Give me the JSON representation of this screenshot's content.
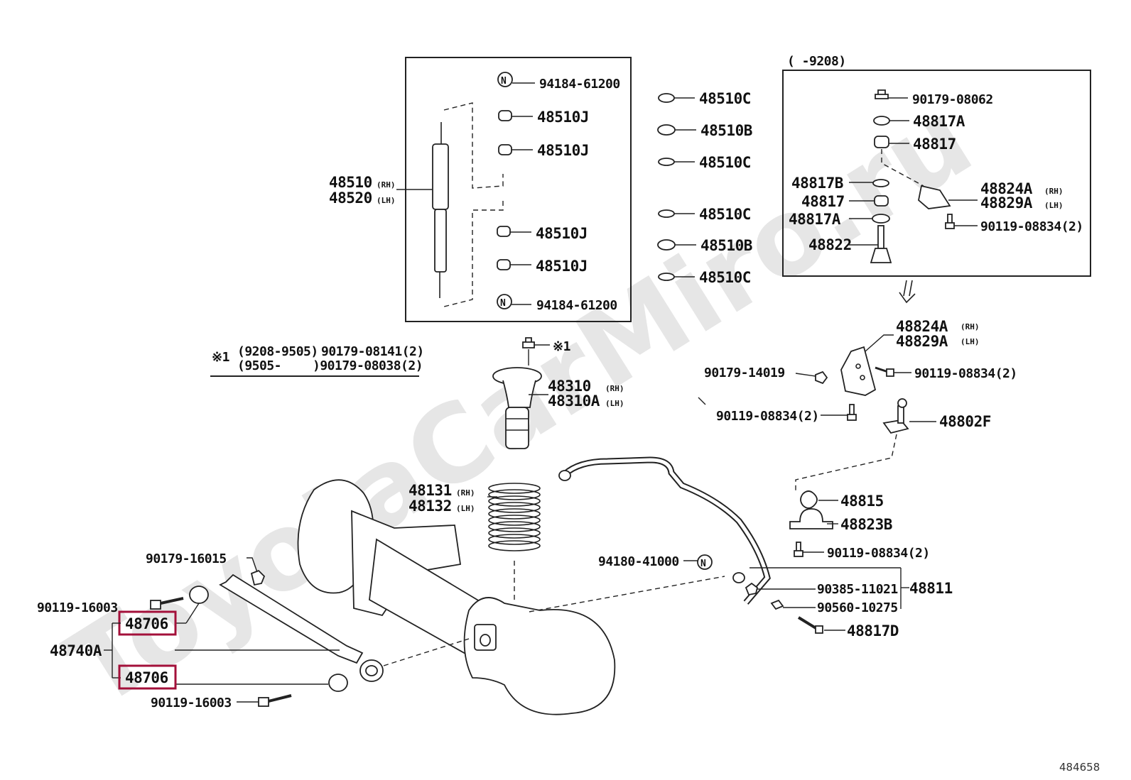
{
  "diagram_id": "484658",
  "watermark": "ToyotaCarMiro.ru",
  "shock_box": {
    "nut_top": "94184-61200",
    "bush_1": "48510J",
    "bush_2": "48510J",
    "bush_3": "48510J",
    "bush_4": "48510J",
    "nut_bottom": "94184-61200",
    "shock_rh": "48510",
    "shock_lh": "48520",
    "rh": "(RH)",
    "lh": "(LH)"
  },
  "washers": [
    "48510C",
    "48510B",
    "48510C",
    "48510C",
    "48510B",
    "48510C"
  ],
  "bracket_box": {
    "period": "(  -9208)",
    "nut": "90179-08062",
    "cushion_a_top": "48817A",
    "cushion_top": "48817",
    "cushion_b": "48817B",
    "cushion_mid": "48817",
    "cushion_a_bottom": "48817A",
    "link": "48822",
    "bracket_rh": "48824A",
    "bracket_lh": "48829A",
    "rh": "(RH)",
    "lh": "(LH)",
    "bolt": "90119-08834(2)"
  },
  "bracket_main": {
    "bracket_rh": "48824A",
    "bracket_lh": "48829A",
    "rh": "(RH)",
    "lh": "(LH)",
    "nut": "90179-14019",
    "bolt_a": "90119-08834(2)",
    "bolt_b": "90119-08834(2)",
    "link": "48802F"
  },
  "note": {
    "mark": "※1",
    "period_1": "(9208-9505)",
    "part_1": "90179-08141(2)",
    "period_2": "(9505-",
    "part_2": ")90179-08038(2)"
  },
  "upper_seat": {
    "mark": "※1",
    "rh_part": "48310",
    "lh_part": "48310A",
    "rh": "(RH)",
    "lh": "(LH)"
  },
  "spring": {
    "rh_part": "48131",
    "lh_part": "48132",
    "rh": "(RH)",
    "lh": "(LH)"
  },
  "stabilizer": {
    "bush": "48815",
    "bracket": "48823B",
    "bolt": "90119-08834(2)",
    "nut": "94180-41000",
    "assy": "48811",
    "part_a": "90385-11021",
    "part_b": "90560-10275",
    "bolt_d": "48817D"
  },
  "lateral_rod": {
    "nut": "90179-16015",
    "bolt_top": "90119-16003",
    "bush_top": "48706",
    "rod": "48740A",
    "bush_bottom": "48706",
    "bolt_bottom": "90119-16003"
  },
  "highlight_color": "#a3103a"
}
